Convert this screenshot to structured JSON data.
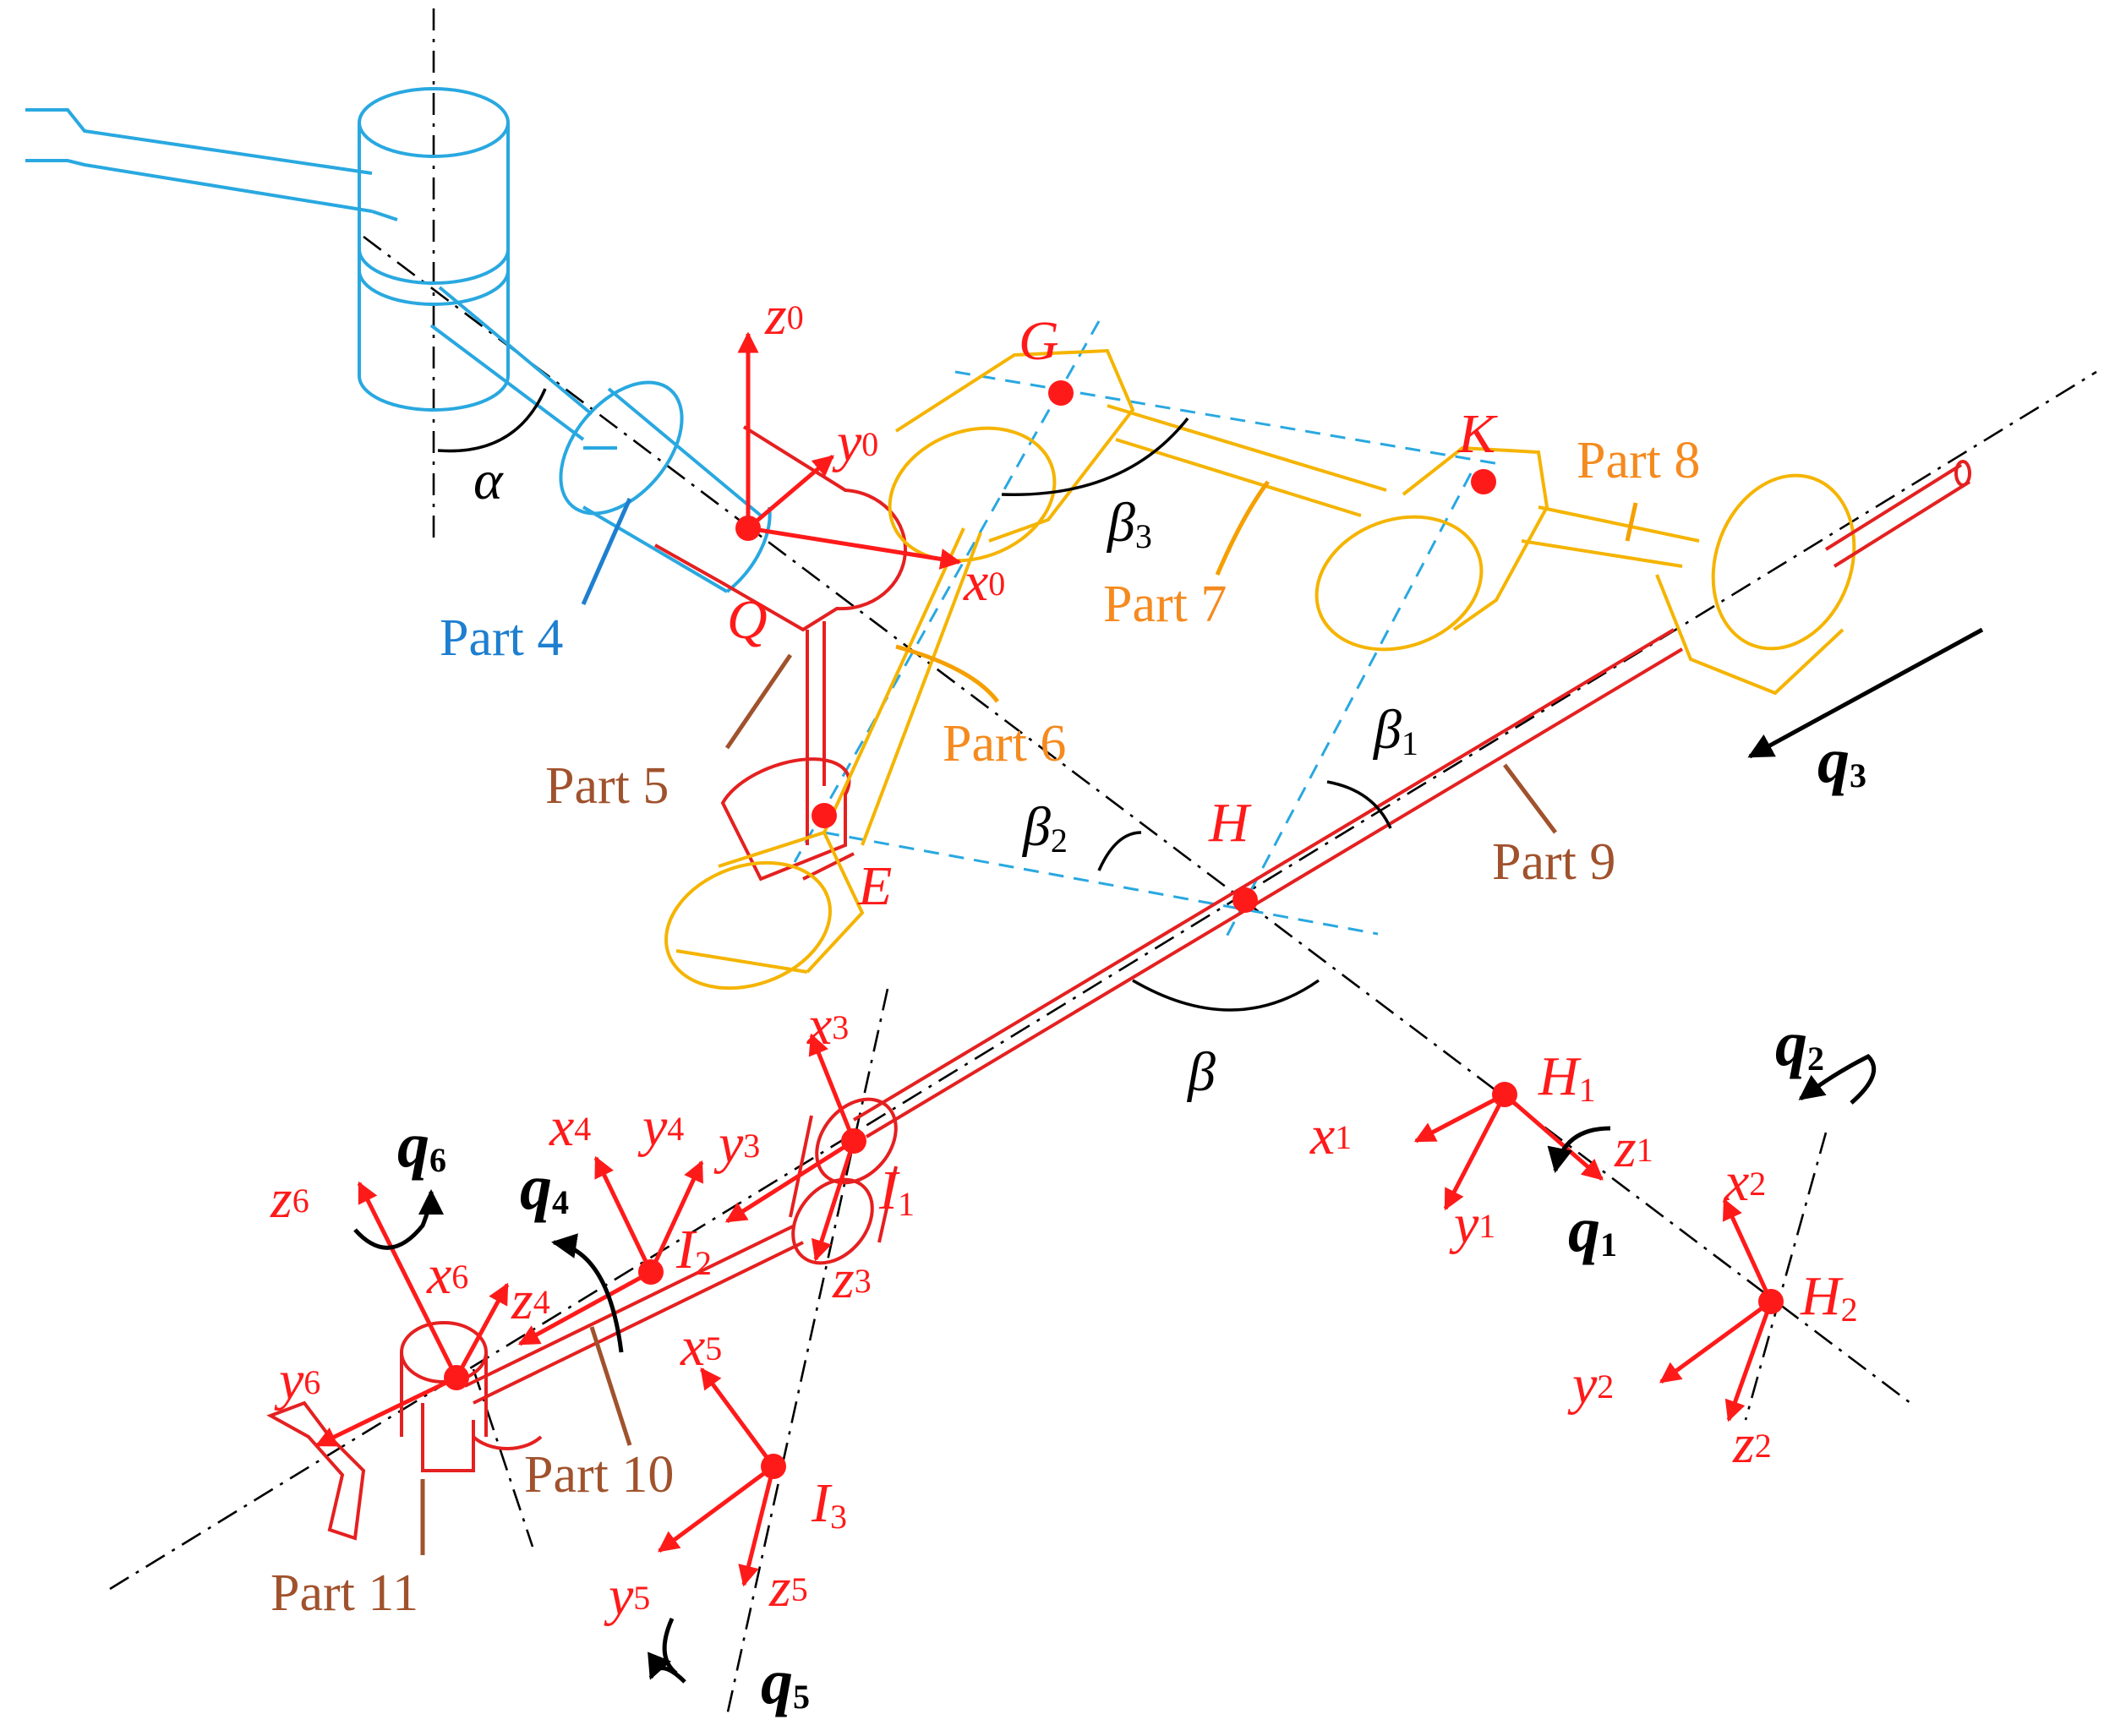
{
  "colors": {
    "part4": "#29a8e0",
    "yellow_links": "#f5b400",
    "red_parts": "#e52020",
    "frames": "#ff1a1a",
    "part4_label": "#1e7fd0",
    "orange_label": "#f58a1f",
    "brown_label": "#a0522d",
    "black": "#000000"
  },
  "part_labels": {
    "part4": "Part 4",
    "part5": "Part 5",
    "part6": "Part 6",
    "part7": "Part 7",
    "part8": "Part 8",
    "part9": "Part 9",
    "part10": "Part 10",
    "part11": "Part 11"
  },
  "points": {
    "G": "G",
    "K": "K",
    "Q": "Q",
    "E": "E",
    "H": "H",
    "H1": "H",
    "H1_sub": "1",
    "H2": "H",
    "H2_sub": "2",
    "I1": "I",
    "I1_sub": "1",
    "I2": "I",
    "I2_sub": "2",
    "I3": "I",
    "I3_sub": "3"
  },
  "angles": {
    "alpha": "α",
    "beta": "β",
    "beta1": "β",
    "beta1_sub": "1",
    "beta2": "β",
    "beta2_sub": "2",
    "beta3": "β",
    "beta3_sub": "3"
  },
  "frames": {
    "x0": "x",
    "y0": "y",
    "z0": "z",
    "f0_sub": "0",
    "x1": "x",
    "y1": "y",
    "z1": "z",
    "f1_sub": "1",
    "x2": "x",
    "y2": "y",
    "z2": "z",
    "f2_sub": "2",
    "x3": "x",
    "y3": "y",
    "z3": "z",
    "f3_sub": "3",
    "x4": "x",
    "y4": "y",
    "z4": "z",
    "f4_sub": "4",
    "x5": "x",
    "y5": "y",
    "z5": "z",
    "f5_sub": "5",
    "x6": "x",
    "y6": "y",
    "z6": "z",
    "f6_sub": "6"
  },
  "joints": {
    "q": "q",
    "q1_sub": "1",
    "q2_sub": "2",
    "q3_sub": "3",
    "q4_sub": "4",
    "q5_sub": "5",
    "q6_sub": "6"
  }
}
